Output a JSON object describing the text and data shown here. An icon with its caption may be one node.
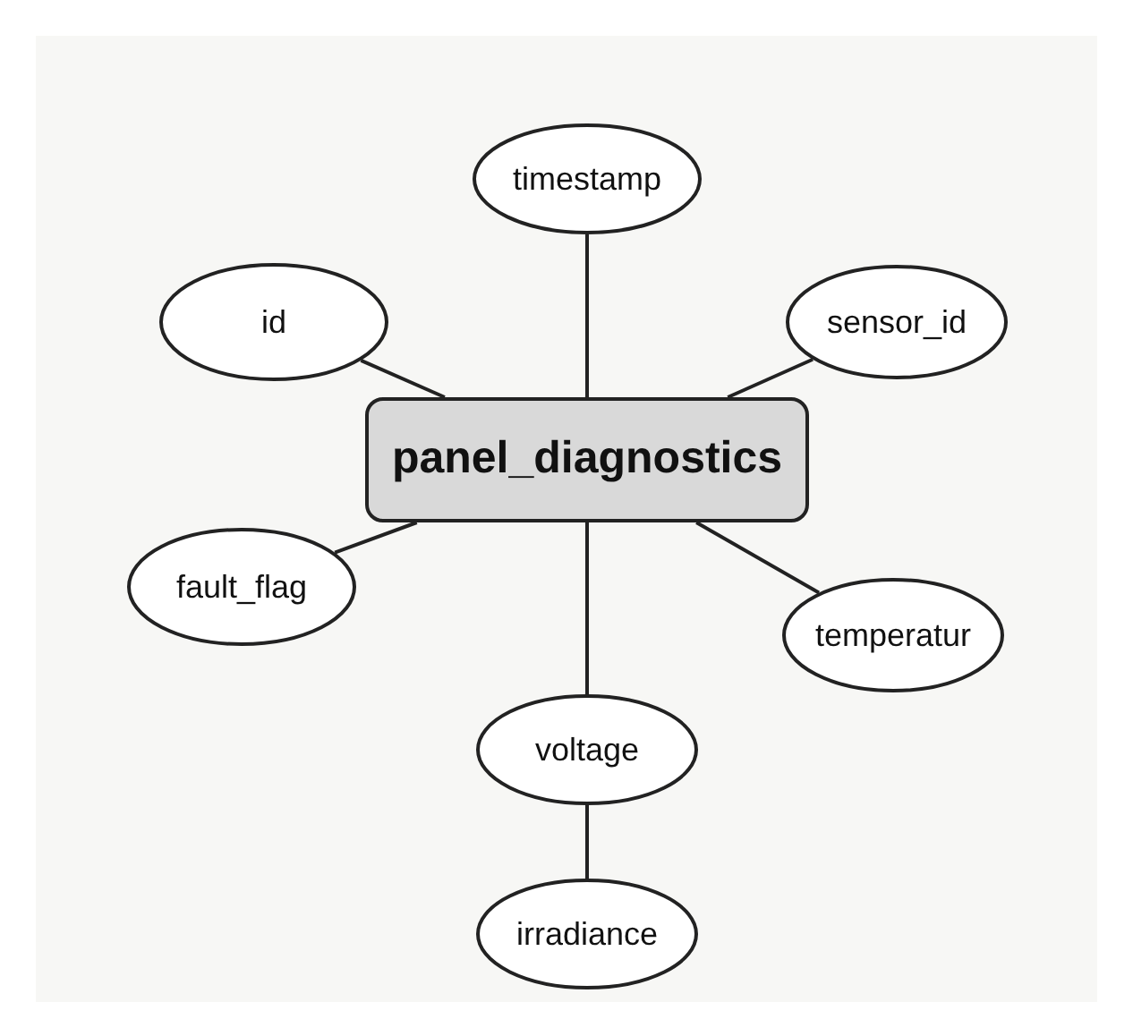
{
  "diagram": {
    "nodes": [
      {
        "text": [
          "timestamp"
        ]
      },
      {
        "text": [
          "id"
        ]
      },
      {
        "text": [
          "sensor_id"
        ]
      },
      {
        "text": [
          "panel_diagnostics"
        ]
      },
      {
        "text": [
          "fault_flag"
        ]
      },
      {
        "text": [
          "temperatur"
        ]
      },
      {
        "text": [
          "voltage"
        ]
      },
      {
        "text": [
          "irradiance"
        ]
      }
    ],
    "edges": [
      {
        "from": 3,
        "to": 0,
        "arrow": "none"
      },
      {
        "from": 3,
        "to": 1,
        "arrow": "none"
      },
      {
        "from": 3,
        "to": 2,
        "arrow": "none"
      },
      {
        "from": 3,
        "to": 4,
        "arrow": "none"
      },
      {
        "from": 3,
        "to": 5,
        "arrow": "none"
      },
      {
        "from": 3,
        "to": 6,
        "arrow": "none"
      },
      {
        "from": 6,
        "to": 7,
        "arrow": "none"
      }
    ]
  }
}
